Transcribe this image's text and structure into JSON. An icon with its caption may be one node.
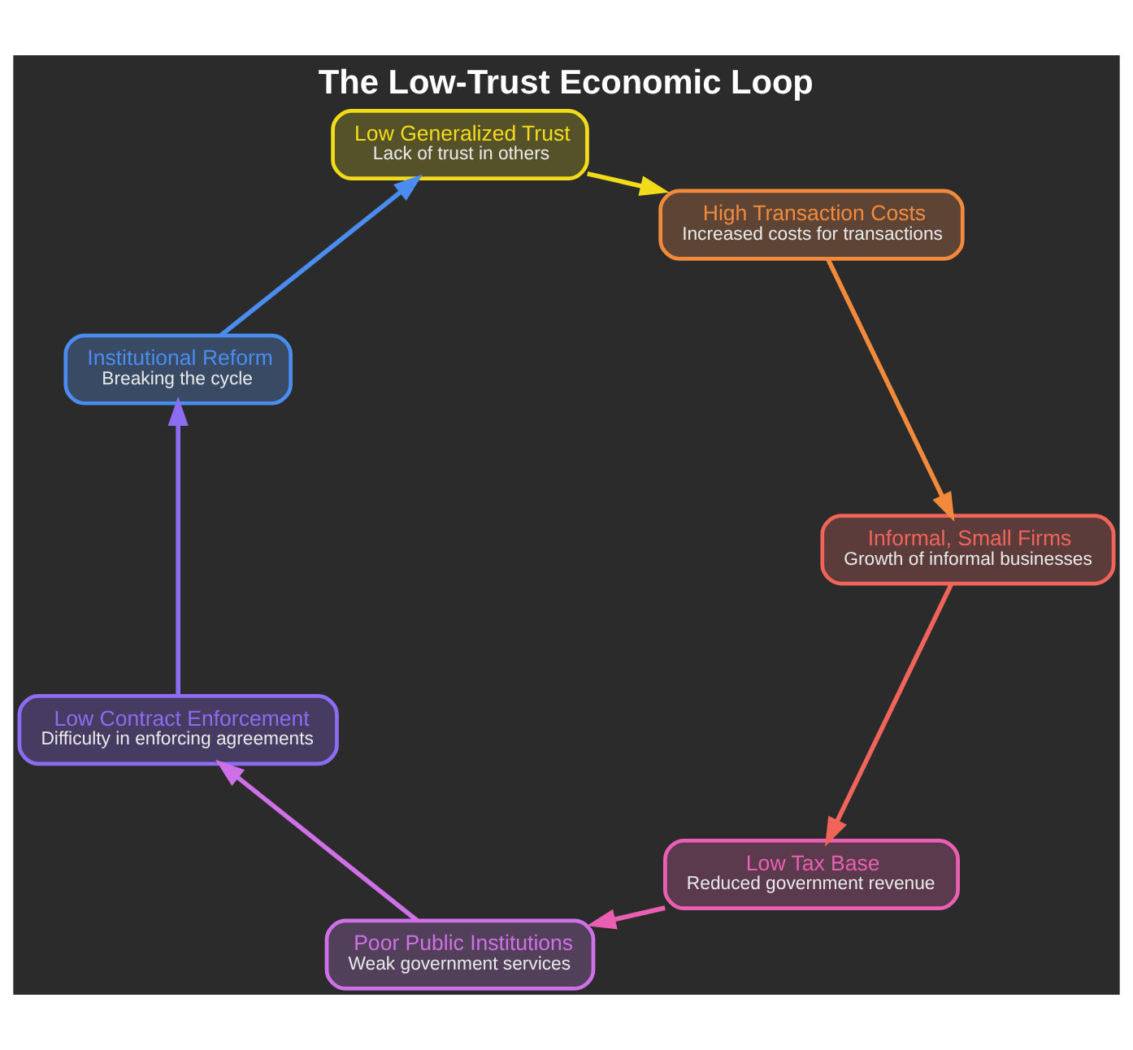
{
  "diagram": {
    "title": "The Low-Trust Economic Loop",
    "nodes": [
      {
        "text": [
          "Low Generalized Trust",
          "Lack of trust in others"
        ]
      },
      {
        "text": [
          "High Transaction Costs",
          "Increased costs for transactions"
        ]
      },
      {
        "text": [
          "Informal, Small Firms",
          "Growth of informal businesses"
        ]
      },
      {
        "text": [
          "Low Tax Base",
          "Reduced government revenue"
        ]
      },
      {
        "text": [
          "Poor Public Institutions",
          "Weak government services"
        ]
      },
      {
        "text": [
          "Low Contract Enforcement",
          "Difficulty in enforcing agreements"
        ]
      },
      {
        "text": [
          "Institutional Reform",
          "Breaking the cycle"
        ]
      }
    ],
    "edges": [
      {
        "from": 0,
        "to": 1,
        "arrow": "to",
        "color": "#f2dc1a"
      },
      {
        "from": 1,
        "to": 2,
        "arrow": "to",
        "color": "#f28a3c"
      },
      {
        "from": 2,
        "to": 3,
        "arrow": "to",
        "color": "#f0645a"
      },
      {
        "from": 3,
        "to": 4,
        "arrow": "to",
        "color": "#ea5fb2"
      },
      {
        "from": 4,
        "to": 5,
        "arrow": "to",
        "color": "#d070e8"
      },
      {
        "from": 5,
        "to": 6,
        "arrow": "to",
        "color": "#8c6cf2"
      },
      {
        "from": 6,
        "to": 0,
        "arrow": "to",
        "color": "#4a8cf0"
      }
    ]
  }
}
